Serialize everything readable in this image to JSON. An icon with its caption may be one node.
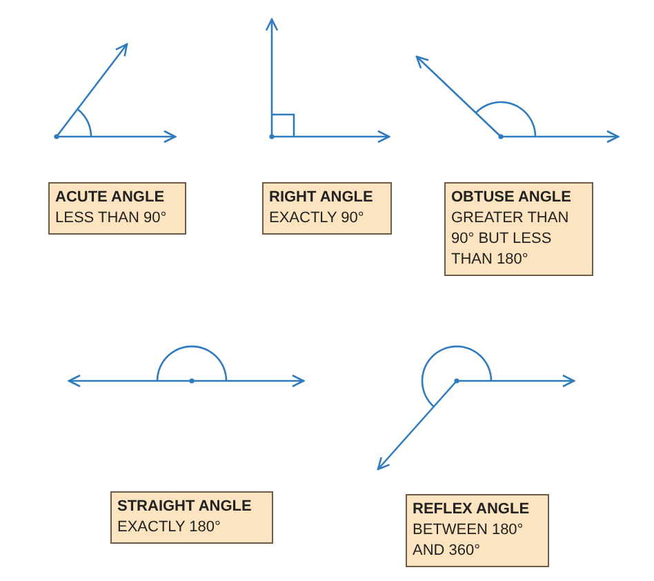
{
  "diagram": {
    "nodes": [
      {
        "text": [
          "ACUTE ANGLE",
          "LESS THAN 90°"
        ]
      },
      {
        "text": [
          "RIGHT ANGLE",
          "EXACTLY 90°"
        ]
      },
      {
        "text": [
          "OBTUSE ANGLE",
          "GREATER THAN 90° BUT LESS THAN 180°"
        ]
      },
      {
        "text": [
          "STRAIGHT ANGLE",
          "EXACTLY 180°"
        ]
      },
      {
        "text": [
          "REFLEX ANGLE",
          "BETWEEN 180° AND 360°"
        ]
      }
    ]
  }
}
